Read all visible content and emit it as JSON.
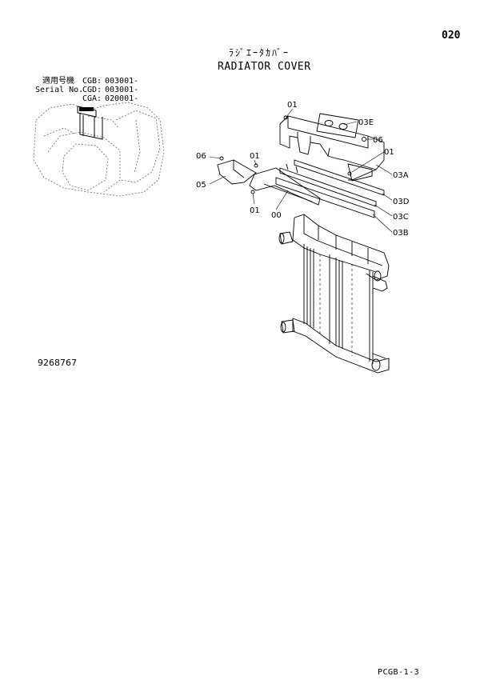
{
  "page": {
    "number": "020",
    "title_jp": "ﾗｼﾞｴｰﾀｶﾊﾞｰ",
    "title_en": "RADIATOR COVER",
    "reference_number": "9268767",
    "footer_code": "PCGB-1-3"
  },
  "serial_info": {
    "label_jp": "適用号機",
    "label_en": "Serial No.",
    "rows": [
      {
        "model": "CGB:",
        "range": "003001-"
      },
      {
        "model": "CGD:",
        "range": "003001-"
      },
      {
        "model": "CGA:",
        "range": "020001-"
      }
    ]
  },
  "callouts": {
    "c01_top": "01",
    "c03e": "03E",
    "c06_right": "06",
    "c01_right": "01",
    "c03a": "03A",
    "c03d": "03D",
    "c03c": "03C",
    "c03b": "03B",
    "c06_left": "06",
    "c01_mid": "01",
    "c05": "05",
    "c01_bottom": "01",
    "c00": "00"
  }
}
